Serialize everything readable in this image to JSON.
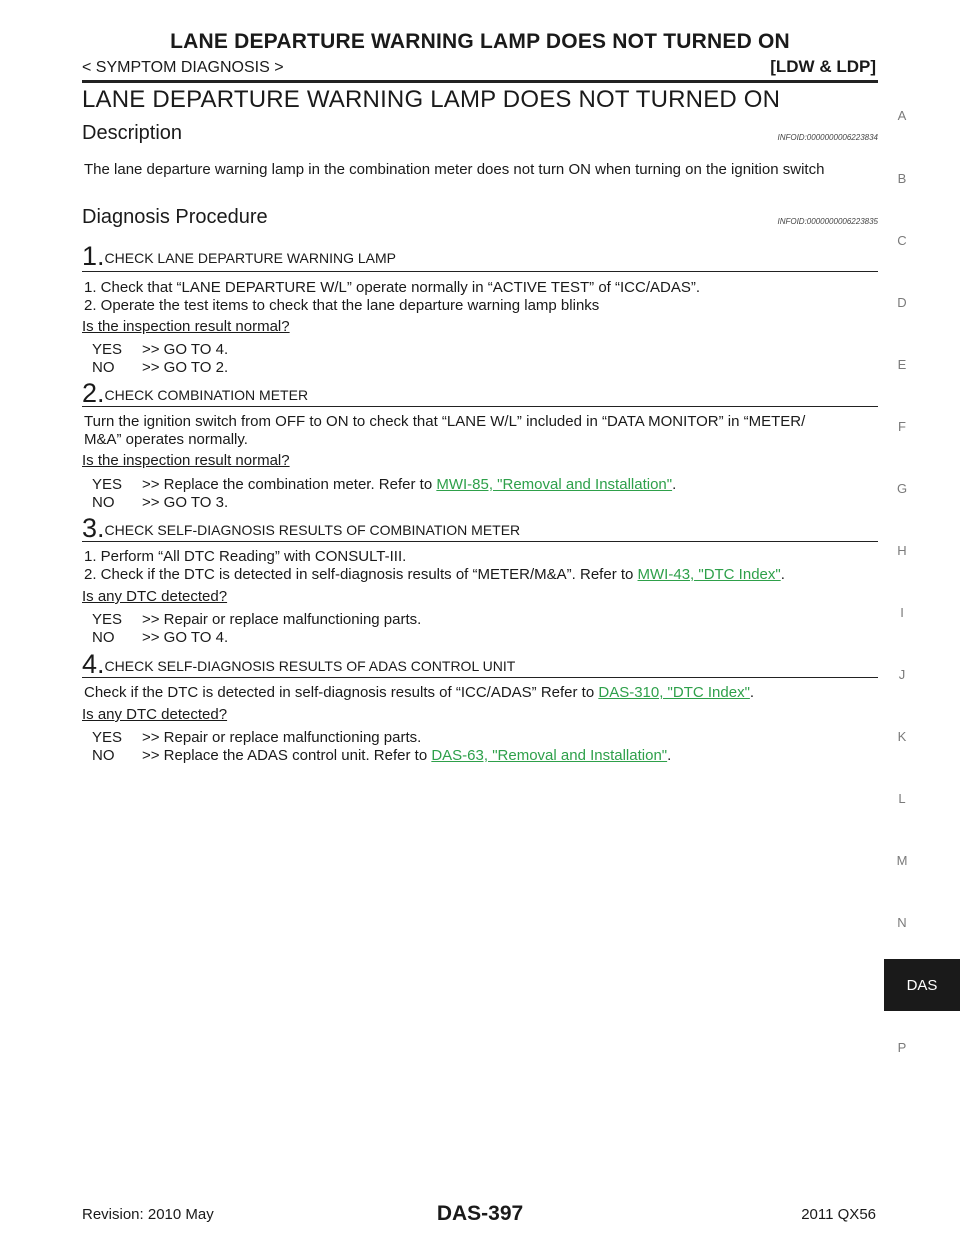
{
  "header": {
    "title": "LANE DEPARTURE WARNING LAMP DOES NOT TURNED ON",
    "left": "< SYMPTOM DIAGNOSIS >",
    "right": "[LDW & LDP]"
  },
  "page_title": "LANE DEPARTURE WARNING LAMP DOES NOT TURNED ON",
  "description": {
    "heading": "Description",
    "infoid": "INFOID:0000000006223834",
    "text": "The lane departure warning lamp in the combination meter does not turn ON when turning on the ignition switch"
  },
  "diagnosis": {
    "heading": "Diagnosis Procedure",
    "infoid": "INFOID:0000000006223835"
  },
  "steps": [
    {
      "num": "1.",
      "title": "CHECK LANE DEPARTURE WARNING LAMP",
      "lines": [
        "1. Check that “LANE DEPARTURE W/L” operate normally in “ACTIVE TEST” of “ICC/ADAS”.",
        "2. Operate the test items to check that the lane departure warning lamp blinks"
      ],
      "question": "Is the inspection result normal?",
      "yes": ">> GO TO 4.",
      "no": ">> GO TO 2."
    },
    {
      "num": "2.",
      "title": "CHECK COMBINATION METER",
      "lines": [
        "Turn the ignition switch from OFF to ON to check that “LANE W/L” included in “DATA MONITOR” in “METER/",
        "M&A” operates normally."
      ],
      "question": "Is the inspection result normal?",
      "yes_prefix": ">> Replace the combination meter. Refer to ",
      "yes_link": "MWI-85, \"Removal and Installation\"",
      "yes_suffix": ".",
      "no": ">> GO TO 3."
    },
    {
      "num": "3.",
      "title": "CHECK SELF-DIAGNOSIS RESULTS OF COMBINATION METER",
      "line1": "1. Perform “All DTC Reading” with CONSULT-III.",
      "line2_prefix": "2. Check if the DTC is detected in self-diagnosis results of “METER/M&A”. Refer to ",
      "line2_link": "MWI-43, \"DTC Index\"",
      "line2_suffix": ".",
      "question": "Is any DTC detected?",
      "yes": ">> Repair or replace malfunctioning parts.",
      "no": ">> GO TO 4."
    },
    {
      "num": "4.",
      "title": "CHECK SELF-DIAGNOSIS RESULTS OF ADAS CONTROL UNIT",
      "line1_prefix": "Check if the DTC is detected in self-diagnosis results of “ICC/ADAS” Refer to ",
      "line1_link": "DAS-310, \"DTC Index\"",
      "line1_suffix": ".",
      "question": "Is any DTC detected?",
      "yes": ">> Repair or replace malfunctioning parts.",
      "no_prefix": ">> Replace the ADAS control unit. Refer to ",
      "no_link": "DAS-63, \"Removal and Installation\"",
      "no_suffix": "."
    }
  ],
  "labels": {
    "yes": "YES",
    "no": "NO"
  },
  "side_index": [
    "A",
    "B",
    "C",
    "D",
    "E",
    "F",
    "G",
    "H",
    "I",
    "J",
    "K",
    "L",
    "M",
    "N",
    "P"
  ],
  "side_tab": "DAS",
  "footer": {
    "revision": "Revision: 2010 May",
    "page": "DAS-397",
    "model": "2011 QX56"
  },
  "colors": {
    "link": "#2ea04a",
    "tab_bg": "#1a1a1a"
  }
}
